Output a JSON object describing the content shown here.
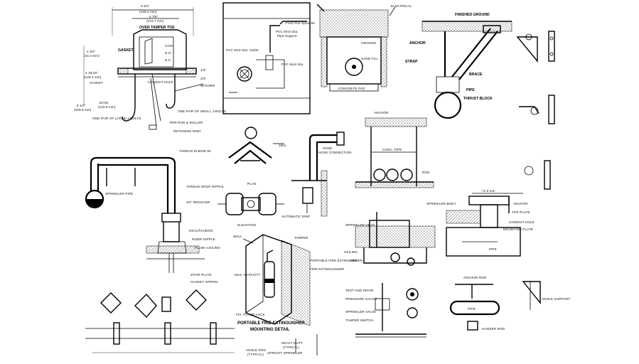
{
  "panel_a": {
    "dims": [
      "6 3/4\"",
      "(168.2 mm)",
      "4 7/8\"",
      "(123.7 mm)",
      "1 3/4\"",
      "(44.4 mm)",
      "4 15/16\"",
      "(125.4 mm)",
      "8 1/4\"",
      "(209.6 mm)",
      "1/4\"",
      "3/4\""
    ],
    "labels": [
      "OVER TAMPER TOE",
      "GASKET",
      "COM",
      "N.O.",
      "N.C.",
      "CONDUIT HOLE",
      "WASHER",
      "GASKET",
      "BASE",
      "(120.8 mm)",
      "ONE PAIR OF SMALL J-BOLTS",
      "ONE PAIR OF LARGE J-BOLTS",
      "TRIP ROD & ROLLER",
      "RETAINING RING"
    ]
  },
  "panel_b": {
    "labels": [
      "From Fire Sprinkler",
      "PVC 6mm Dia.",
      "Pipe Support",
      "PVC 6mm Dia. Outlet",
      "PVC 6mm Dia."
    ]
  },
  "panel_c": {
    "labels": [
      "ELECTRICAL",
      "GROUND",
      "SAND FILL",
      "CONCRETE PAD"
    ]
  },
  "panel_d": {
    "labels": [
      "FINISHED GROUND",
      "ANCHOR",
      "STRAP",
      "BRACE",
      "PIPE",
      "THRUST BLOCK"
    ]
  },
  "panel_e": {
    "labels": [
      "THREAD ELBOW 90",
      "SPRINKLER PIPE",
      "THREAD DROP NIPPLE",
      "3/4\" REDUCER",
      "ESCUTCHEON",
      "RISER NIPPLE",
      "FLUSH CEILING",
      "STAIR PLATE",
      "GASKET SPRING"
    ]
  },
  "panel_f": {
    "labels": [
      "PLAN",
      "ELEVATION",
      "180o"
    ]
  },
  "panel_g": {
    "labels": [
      "HOSE CONNECTION",
      "AUTOMATIC DRIP"
    ]
  },
  "panel_h": {
    "labels": [
      "ANCHOR",
      "CONC. PIPE",
      "ROD"
    ]
  },
  "panel_i": {
    "labels": [
      "WALL",
      "MAX. CAPACITY",
      "TAMPER",
      "PORTABLE FIRE EXTINGUISHER",
      "FIRE EXTINGUISHER",
      "FIX. FLOOR LOCK"
    ],
    "title": "PORTABLE FIRE EXTINGUISHER",
    "subtitle": "MOUNTING DETAIL"
  },
  "panel_j": {
    "labels": [
      "SPRINKLER HEAD",
      "CEILING",
      "PIPE"
    ]
  },
  "panel_k": {
    "labels": [
      "71.6 mm",
      "SPRINKLER BODY",
      "ANCHOR",
      "CONDUIT HOLE",
      "TOP PLATE",
      "MOUNTING PLATE",
      "PIPE"
    ]
  },
  "panel_l": {
    "labels": [
      "TEST AND DRAIN",
      "PRESSURE GAUGE",
      "SPRINKLER VALVE",
      "TAMPER SWITCH"
    ]
  },
  "panel_m": {
    "labels": [
      "ANCHOR ROD",
      "HANGER ROD",
      "PIPE",
      "ANGLE SUPPORT"
    ]
  },
  "panel_n": {
    "labels": [
      "HEAVY DUTY",
      "(TYPICAL)",
      "UPRIGHT SPRINKLER",
      "ANGLE ROD",
      "(TYPICAL)"
    ]
  }
}
